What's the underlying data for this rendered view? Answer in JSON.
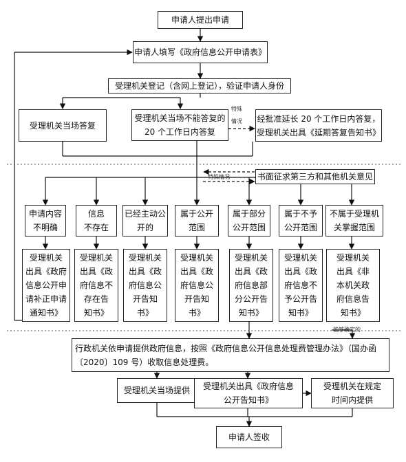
{
  "flow": {
    "start": "申请人提出申请",
    "fill_form": "申请人填写《政府信息公开申请表》",
    "register": "受理机关登记（含网上登记），验证申请人身份",
    "reply_on_site": "受理机关当场答复",
    "reply_20_days": "受理机关当场不能答复的\n20 个工作日内答复",
    "extend": "经批准延长 20 个工作日内答复，\n受理机关出具《延期答复告知书》",
    "consult_third_party": "书面征求第三方和其他机关意见",
    "special_case_label_1": "特殊\n情况",
    "special_case_label_2": "特殊情况",
    "determinable_label": "能够确定的",
    "categories": [
      "申请内容\n不明确",
      "信息\n不存在",
      "已经主动公\n开的",
      "属于公开\n范围",
      "属于部分\n公开范围",
      "属于不予\n公开范围",
      "不属于受理机\n关掌握范围"
    ],
    "notices": [
      "受理机关\n出具《政府\n信息公开申\n请补正申请\n通知书》",
      "受理机关\n出具《政\n府信息不\n存在告\n知书》",
      "受理机关\n出具《政\n府信息公\n开告知\n书》",
      "受理机关\n出具《政\n府信息公\n开告知\n书》",
      "受理机关\n出具《政\n府信息部\n分公开告\n知书》",
      "受理机关\n出具《政\n府信息不\n予公开告\n知书》",
      "受理机关\n出具《非\n本机关政\n府信息告\n知书》"
    ],
    "fee_notice": "行政机关依申请提供政府信息，按照《政府信息公开信息处理费管理办法》（国办函\n〔2020〕109 号）收取信息处理费。",
    "provide_on_site": "受理机关当场提供",
    "issue_disclosure": "受理机关出具《政府信息\n公开告知书》",
    "provide_in_time": "受理机关在规定\n时间内提供",
    "sign_receipt": "申请人签收"
  }
}
